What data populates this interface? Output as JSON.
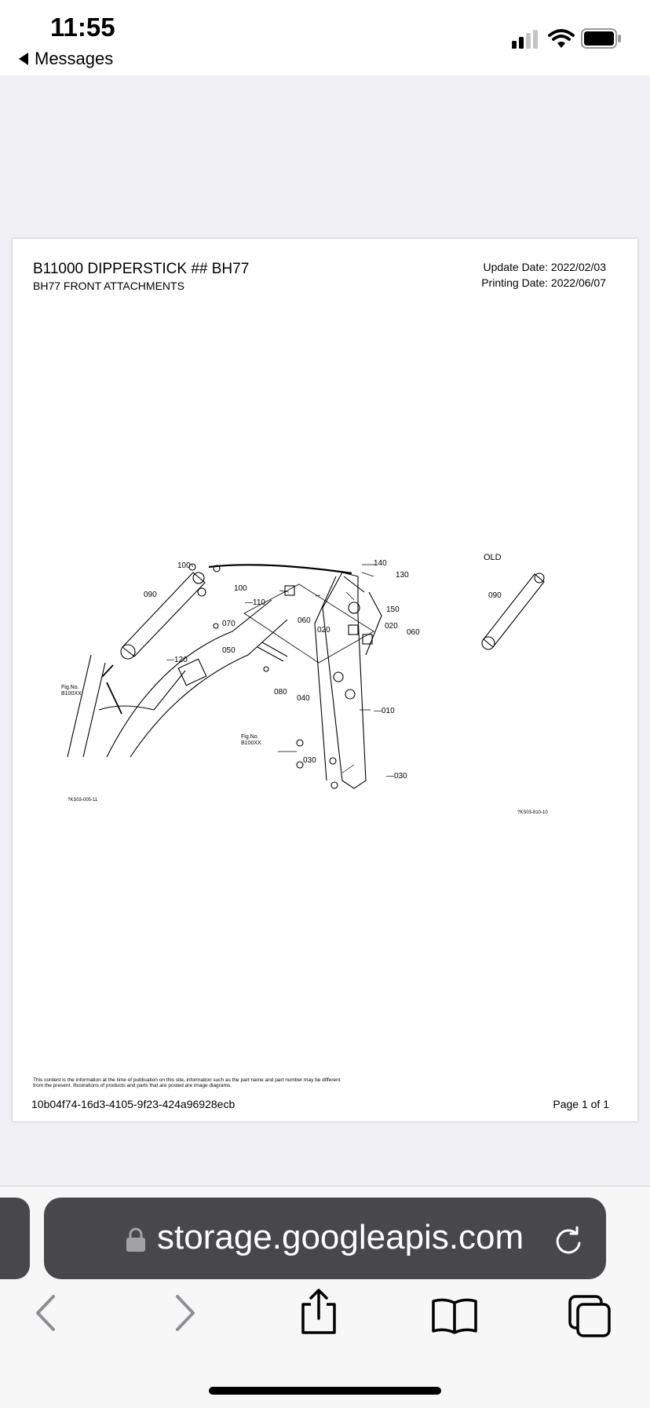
{
  "status_bar": {
    "time": "11:55",
    "back_label": "Messages"
  },
  "document": {
    "title": "B11000 DIPPERSTICK ## BH77",
    "subtitle": "BH77 FRONT ATTACHMENTS",
    "update_date": "Update Date: 2022/02/03",
    "printing_date": "Printing Date: 2022/06/07",
    "disclaimer": "This content is the information at the time of publication on this site, information such as the part name and part number may be different from the present. Illustrations of products and parts that are posted are image diagrams.",
    "doc_id": "10b04f74-16d3-4105-9f23-424a96928ecb",
    "page": "Page 1 of 1",
    "diagram": {
      "old_label": "OLD",
      "part_labels": [
        "100",
        "090",
        "100",
        "110",
        "070",
        "050",
        "060",
        "020",
        "120",
        "080",
        "040",
        "140",
        "130",
        "150",
        "020",
        "060",
        "010",
        "030",
        "030",
        "090"
      ],
      "fig_ref": [
        "Fig.No.",
        "B100XX"
      ],
      "code_left": "?KS03-005-11",
      "code_right": "?KS03-810-10"
    }
  },
  "browser": {
    "url": "storage.googleapis.com"
  },
  "icons": {
    "lock": "lock-icon",
    "reload": "reload-icon",
    "back": "chevron-left-icon",
    "forward": "chevron-right-icon",
    "share": "share-icon",
    "bookmarks": "book-icon",
    "tabs": "tabs-icon"
  }
}
